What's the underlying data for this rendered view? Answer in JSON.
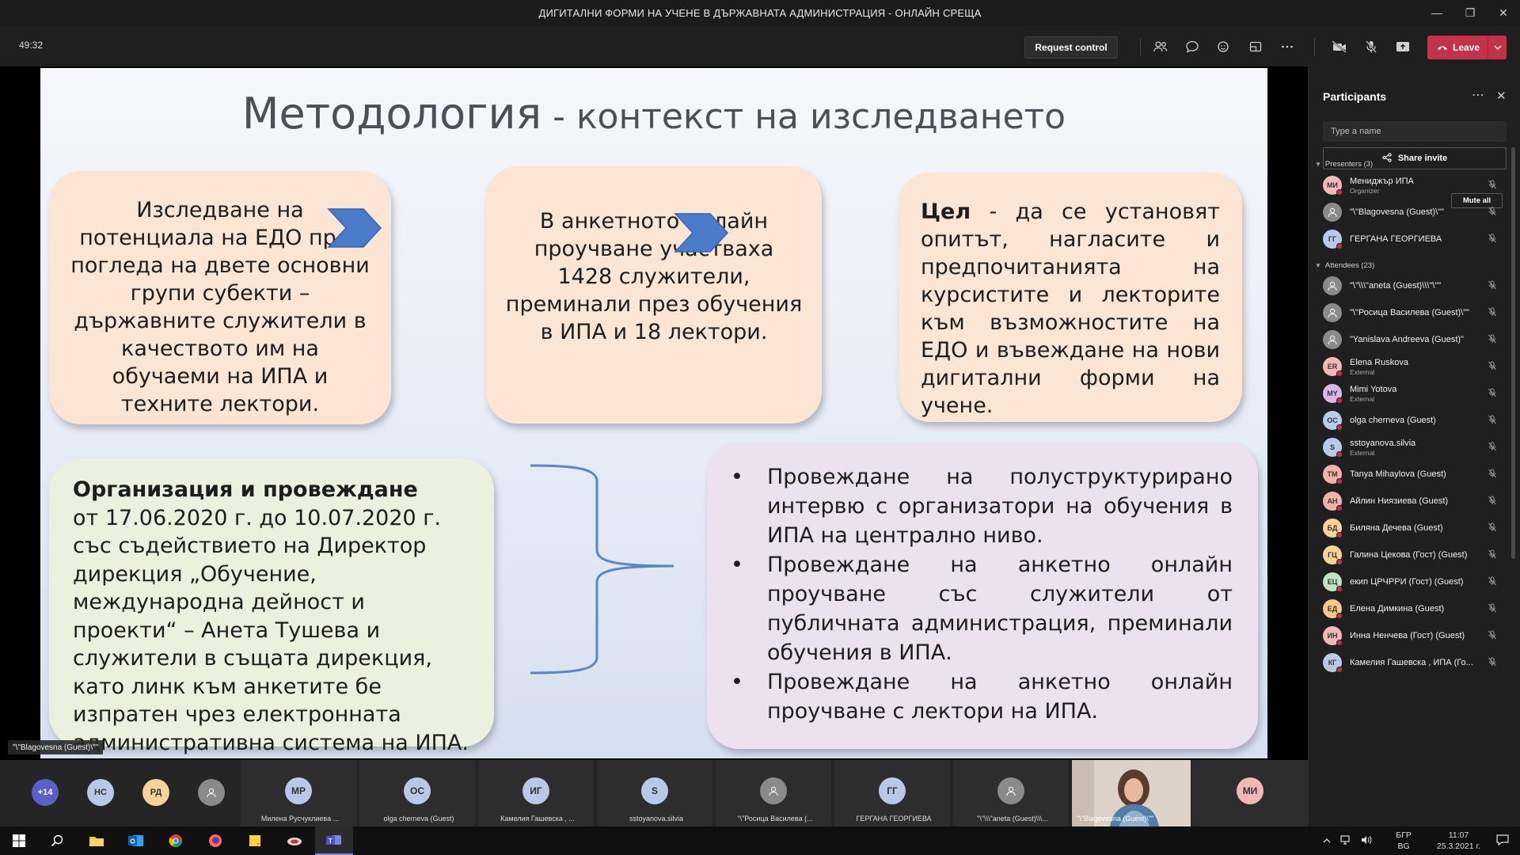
{
  "window": {
    "title": "ДИГИТАЛНИ ФОРМИ НА УЧЕНЕ В ДЪРЖАВНАТА АДМИНИСТРАЦИЯ - ОНЛАЙН СРЕЩА",
    "controls": [
      "—",
      "❐",
      "✕"
    ]
  },
  "toolbar": {
    "timer": "49:32",
    "request_control": "Request control",
    "leave": "Leave"
  },
  "slide": {
    "title_big": "Методология",
    "title_small": " - контекст на изследването",
    "box1": "Изследване на потенциала на ЕДО през погледа на двете основни групи субекти – държавните служители в качеството им на обучаеми на ИПА и техните лектори.",
    "box2": "В анкетното онлайн проучване участваха 1428 служители, преминали през обучения в ИПА и 18 лектори.",
    "box3_bold": "Цел",
    "box3_rest": " - да се установят опитът, нагласите и предпочитанията на курсистите и лекторите към възможностите на ЕДО и въвеждане на нови дигитални форми на учене.",
    "box4_bold": "Организация и провеждане",
    "box4_rest": "от 17.06.2020 г. до 10.07.2020 г. със съдействието на Директор дирекция „Обучение, международна дейност и проекти“ – Анета Тушева и служители в същата дирекция, като линк към анкетите бе изпратен чрез електронната административна система на ИПА.",
    "bullets": [
      "Провеждане на полуструктурирано интервю с организатори на обучения в ИПА на централно ниво.",
      "Провеждане на анкетно онлайн проучване със служители от публичната администрация, преминали обучения в ИПА.",
      "Провеждане на анкетно онлайн проучване с лектори на ИПА."
    ]
  },
  "stage_tag": "\"\\\"Blagovesna (Guest)\\\"\"",
  "panel": {
    "title": "Participants",
    "search_placeholder": "Type a name",
    "share_invite": "Share invite",
    "presenters_label": "Presenters (3)",
    "mute_all": "Mute all",
    "attendees_label": "Attendees (23)",
    "presenters": [
      {
        "initials": "МИ",
        "name": "Мениджър ИПА",
        "sub": "Organizer",
        "color": "#f2b8b8",
        "dot": true
      },
      {
        "initials": "",
        "name": "\"\\\"Blagovesna (Guest)\\\"\"",
        "sub": "",
        "color": "#8a8a8a",
        "dot": false
      },
      {
        "initials": "ГГ",
        "name": "ГЕРГАНА ГЕОРГИЕВА",
        "sub": "",
        "color": "#b9c7e8",
        "dot": true
      }
    ],
    "attendees": [
      {
        "initials": "",
        "name": "\"\\\"\\\\\\\"aneta (Guest)\\\\\\\"\\\"\"",
        "sub": "",
        "color": "#8a8a8a",
        "dot": false
      },
      {
        "initials": "",
        "name": "\"\\\"Росица Василева (Guest)\\\"\"",
        "sub": "",
        "color": "#8a8a8a",
        "dot": false
      },
      {
        "initials": "",
        "name": "\"Yanislava Andreeva (Guest)\"",
        "sub": "",
        "color": "#8a8a8a",
        "dot": false
      },
      {
        "initials": "ER",
        "name": "Elena Ruskova",
        "sub": "External",
        "color": "#f4b6b6",
        "dot": true
      },
      {
        "initials": "MY",
        "name": "Mimi Yotova",
        "sub": "External",
        "color": "#d9b6ec",
        "dot": true
      },
      {
        "initials": "OC",
        "name": "olga cherneva (Guest)",
        "sub": "",
        "color": "#b8cde6",
        "dot": true
      },
      {
        "initials": "S",
        "name": "sstoyanova.silvia",
        "sub": "External",
        "color": "#b9c7e8",
        "dot": true
      },
      {
        "initials": "TM",
        "name": "Tanya Mihaylova (Guest)",
        "sub": "",
        "color": "#f2b3a6",
        "dot": true
      },
      {
        "initials": "АН",
        "name": "Айлин Ниязиева (Guest)",
        "sub": "",
        "color": "#f2b3a6",
        "dot": true
      },
      {
        "initials": "БД",
        "name": "Биляна Дечева (Guest)",
        "sub": "",
        "color": "#f7d39a",
        "dot": true
      },
      {
        "initials": "ГЦ",
        "name": "Галина Цекова (Гост) (Guest)",
        "sub": "",
        "color": "#f7d39a",
        "dot": true
      },
      {
        "initials": "ЕЦ",
        "name": "екип ЦРЧРРИ (Гост) (Guest)",
        "sub": "",
        "color": "#bfe3c4",
        "dot": true
      },
      {
        "initials": "ЕД",
        "name": "Елена Димкина (Guest)",
        "sub": "",
        "color": "#f7c88a",
        "dot": true
      },
      {
        "initials": "ИН",
        "name": "Инна Ненчева (Гост) (Guest)",
        "sub": "",
        "color": "#f4b6b6",
        "dot": true
      },
      {
        "initials": "КГ",
        "name": "Камелия Гашевска , ИПА (Го...",
        "sub": "",
        "color": "#b9c7e8",
        "dot": true
      }
    ]
  },
  "gallery": {
    "more": "+14",
    "circles": [
      {
        "initials": "НС",
        "color": "#b9c7e8"
      },
      {
        "initials": "РД",
        "color": "#f7d39a"
      },
      {
        "initials": "",
        "color": "#8a8a8a"
      }
    ],
    "tiles": [
      {
        "initials": "МР",
        "name": "Милена Русчуклиева ...",
        "color": "#b9c7e8"
      },
      {
        "initials": "ОС",
        "name": "olga cherneva (Guest)",
        "color": "#b9c7e8"
      },
      {
        "initials": "ИГ",
        "name": "Камелия Гашевска , ...",
        "color": "#b9c7e8"
      },
      {
        "initials": "S",
        "name": "sstoyanova.silvia",
        "color": "#b9c7e8"
      },
      {
        "initials": "",
        "name": "\"\\\"Росица Василева (...",
        "color": "#8a8a8a"
      },
      {
        "initials": "ГГ",
        "name": "ГЕРГАНА ГЕОРГИЕВА",
        "color": "#b9c7e8"
      },
      {
        "initials": "",
        "name": "\"\\\"\\\\\\\"aneta (Guest)\\\\\\...",
        "color": "#8a8a8a"
      }
    ],
    "video_name": "\"\\\"Blagovesna (Guest)\\\"\"",
    "last_initials": "МИ"
  },
  "taskbar": {
    "lang_top": "БГР",
    "lang_bottom": "BG",
    "time": "11:07",
    "date": "25.3.2021 г."
  }
}
